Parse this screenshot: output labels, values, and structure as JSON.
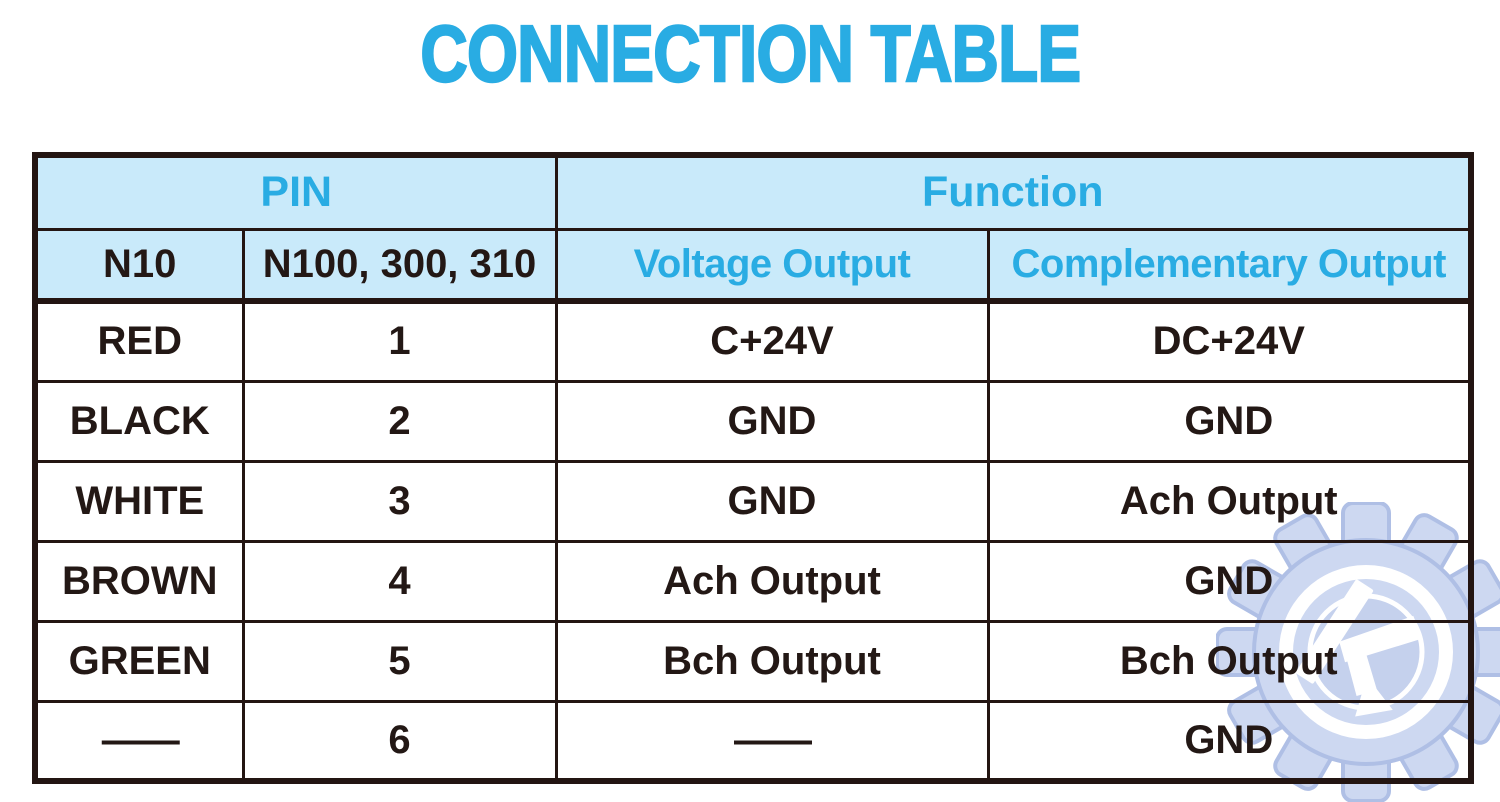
{
  "page": {
    "title": "CONNECTION TABLE"
  },
  "colors": {
    "accent_cyan": "#29ACE3",
    "header_background": "#C9EAFA",
    "text_dark": "#231815",
    "border": "#231512",
    "watermark_blue": "#CDD8F1"
  },
  "table": {
    "header_groups": [
      {
        "label": "PIN",
        "colspan": 2
      },
      {
        "label": "Function",
        "colspan": 2
      }
    ],
    "sub_headers": [
      {
        "label": "N10"
      },
      {
        "label": "N100, 300, 310"
      },
      {
        "label": "Voltage Output"
      },
      {
        "label": "Complementary Output"
      }
    ],
    "rows": [
      [
        "RED",
        "1",
        "C+24V",
        "DC+24V"
      ],
      [
        "BLACK",
        "2",
        "GND",
        "GND"
      ],
      [
        "WHITE",
        "3",
        "GND",
        "Ach Output"
      ],
      [
        "BROWN",
        "4",
        "Ach Output",
        "GND"
      ],
      [
        "GREEN",
        "5",
        "Bch Output",
        "Bch Output"
      ],
      [
        "——",
        "6",
        "——",
        "GND"
      ]
    ]
  },
  "watermark": {
    "letter": "K"
  }
}
